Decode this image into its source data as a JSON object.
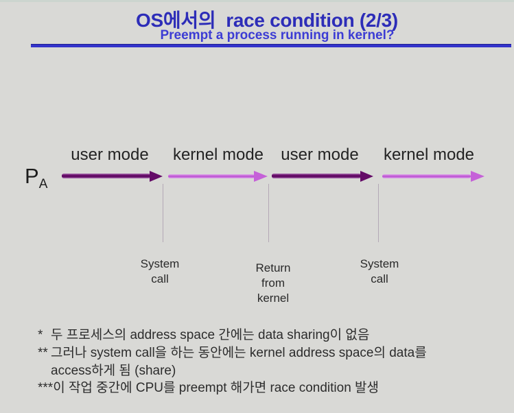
{
  "slide": {
    "title": "OS에서의  race condition (2/3)",
    "subtitle": "Preempt a process running in kernel?"
  },
  "process": {
    "name": "P",
    "subscript": "A"
  },
  "timeline": {
    "segments": [
      {
        "label": "user mode",
        "mode": "user"
      },
      {
        "label": "kernel mode",
        "mode": "kernel"
      },
      {
        "label": "user mode",
        "mode": "user"
      },
      {
        "label": "kernel mode",
        "mode": "kernel"
      }
    ],
    "events": [
      {
        "label": "System\ncall"
      },
      {
        "label": "Return\nfrom\nkernel"
      },
      {
        "label": "System\ncall"
      }
    ]
  },
  "notes": [
    {
      "marker": "*",
      "text": "두 프로세스의 address space 간에는 data sharing이 없음"
    },
    {
      "marker": "**",
      "text": "그러나 system call을 하는 동안에는 kernel address space의 data를"
    },
    {
      "marker": "",
      "text": "access하게 됨 (share)"
    },
    {
      "marker": "***",
      "text": "이 작업 중간에 CPU를 preempt 해가면 race condition 발생"
    }
  ],
  "colors": {
    "background": "#d9d9d6",
    "title_blue": "#2d2db8",
    "subtitle_blue": "#3c3cd4",
    "rule_blue": "#3333cb",
    "user_mode_arrow": "#640a67",
    "kernel_mode_arrow": "#c561d8",
    "text_dark": "#2c2c2c"
  }
}
